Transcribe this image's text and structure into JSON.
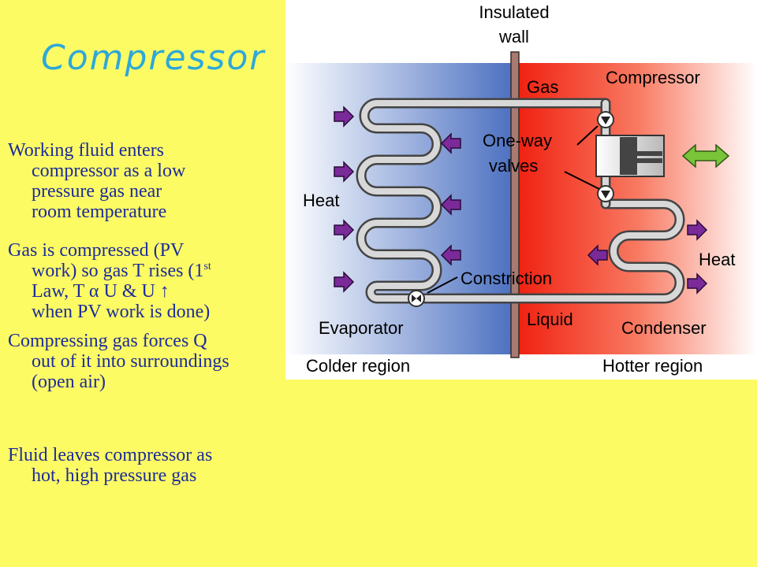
{
  "slide": {
    "title": "Compressor",
    "bullets": [
      {
        "first": "Working fluid enters",
        "rest": [
          "compressor as a low",
          "pressure gas near",
          "room temperature"
        ]
      },
      {
        "first": "Gas is compressed (PV",
        "rest_a": "work) so gas T rises (1",
        "sup": "st",
        "rest_b": "Law, T α U & U ↑",
        "rest_c": "when PV work is done)"
      },
      {
        "first": "Compressing gas forces Q",
        "rest": [
          "out of it into surroundings",
          "(open air)"
        ]
      },
      {
        "first": "Fluid leaves compressor as",
        "rest": [
          "hot, high pressure gas"
        ]
      }
    ]
  },
  "diagram": {
    "wall_label": [
      "Insulated",
      "wall"
    ],
    "labels": {
      "gas": "Gas",
      "compressor": "Compressor",
      "valves": [
        "One-way",
        "valves"
      ],
      "heat_left": "Heat",
      "heat_right": "Heat",
      "constriction": "Constriction",
      "liquid": "Liquid",
      "evaporator": "Evaporator",
      "condenser": "Condenser",
      "colder": "Colder region",
      "hotter": "Hotter region"
    },
    "colors": {
      "cold": "#4a6fc0",
      "hot": "#f02010",
      "arrow": "#7b2a9a",
      "piston_arrow": "#7ac43a",
      "slide_bg": "#fdfb64",
      "text": "#1d2c9a",
      "title": "#2ea8d8"
    }
  }
}
